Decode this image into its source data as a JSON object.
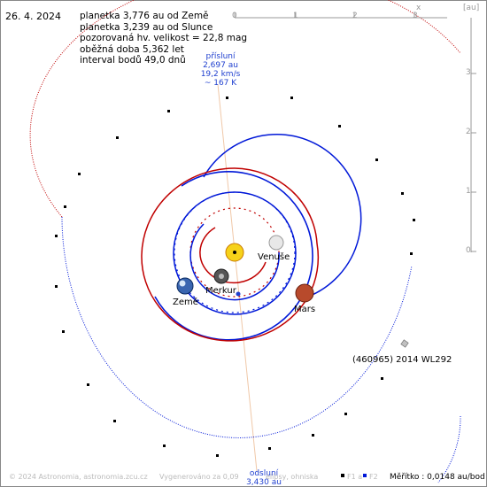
{
  "date": "26. 4. 2024",
  "info": {
    "line1": "planetka 3,776 au od Země",
    "line2": "planetka 3,239 au od Slunce",
    "line3": "pozorovaná hv. velikost = 22,8 mag",
    "line4": "oběžná doba 5,362 let",
    "line5": "interval bodů 49,0 dnů"
  },
  "perihelion": {
    "title": "přísluní",
    "dist": "2,697 au",
    "speed": "19,2 km/s",
    "temp": "~ 167 K"
  },
  "aphelion": {
    "title": "odsluní",
    "dist": "3,430 au"
  },
  "bodies": {
    "venus": "Venuše",
    "mercury": "Merkur",
    "earth": "Země",
    "mars": "Mars",
    "asteroid": "(460965) 2014 WL292"
  },
  "axis": {
    "x_label": "x",
    "unit_label": "[au]",
    "x_ticks": [
      "0",
      "1",
      "2",
      "3"
    ],
    "y_ticks": [
      "3",
      "2",
      "1",
      "0"
    ]
  },
  "footer": {
    "copyright": "© 2024 Astronomia, astronomia.zcu.cz",
    "generated": "Vygenerováno za 0,09",
    "legend_text": "elipsy, ohniska",
    "f1": "F1 a",
    "f2": "F2"
  },
  "scale": "Měřítko : 0,0148 au/bod",
  "colors": {
    "earth_orbit": "#0018d8",
    "asteroid_orbit": "#c00000",
    "asteroid_dots": "#000000",
    "perihelion_text": "#1f3fcf",
    "apsis_line": "#f0c8a8"
  }
}
